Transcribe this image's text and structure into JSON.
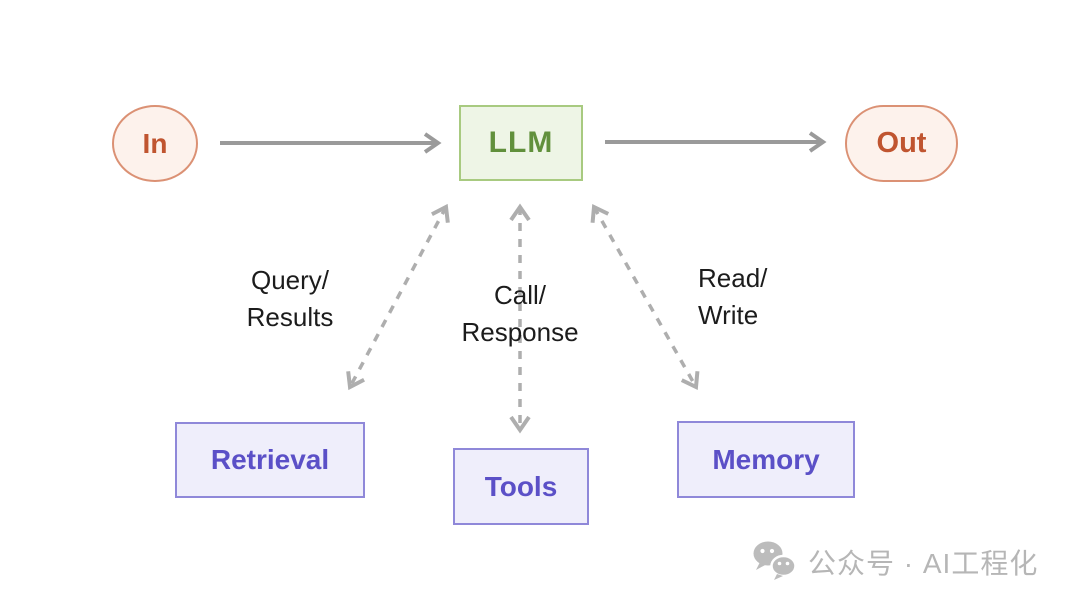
{
  "diagram": {
    "nodes": {
      "in": "In",
      "llm": "LLM",
      "out": "Out",
      "retrieval": "Retrieval",
      "tools": "Tools",
      "memory": "Memory"
    },
    "edge_labels": {
      "retrieval": {
        "line1": "Query/",
        "line2": "Results"
      },
      "tools": {
        "line1": "Call/",
        "line2": "Response"
      },
      "memory": {
        "line1": "Read/",
        "line2": "Write"
      }
    },
    "colors": {
      "io_fill": "#fdf2ec",
      "io_border": "#db9174",
      "io_text": "#c05530",
      "llm_fill": "#eef5e6",
      "llm_border": "#a8ca80",
      "llm_text": "#61903c",
      "module_fill": "#efeefb",
      "module_border": "#8f88d9",
      "module_text": "#5b50c7",
      "solid_arrow": "#9a9a9a",
      "dashed_arrow": "#aeaeae",
      "label_text": "#1c1c1c",
      "watermark_text": "#b6b6b6"
    }
  },
  "watermark": {
    "icon": "wechat-icon",
    "text": "公众号 · AI工程化"
  }
}
